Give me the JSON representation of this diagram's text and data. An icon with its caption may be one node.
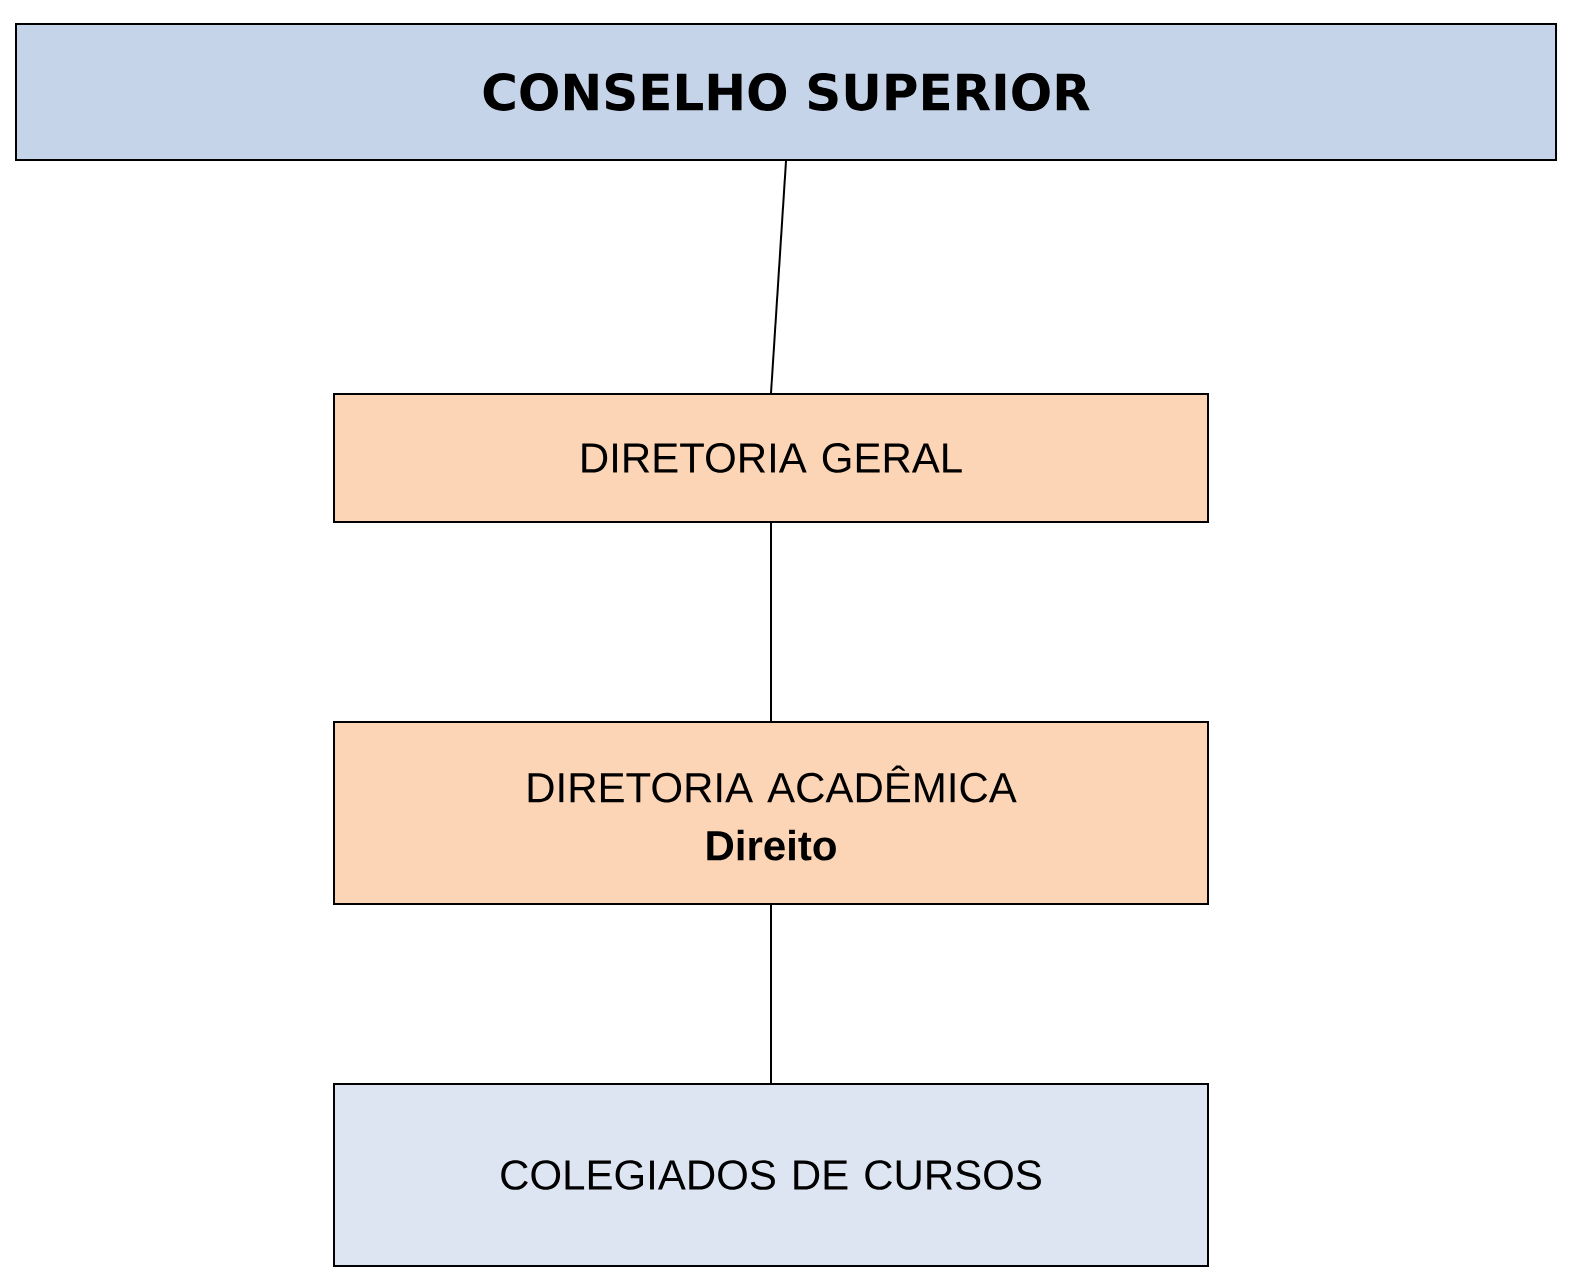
{
  "diagram": {
    "nodes": [
      {
        "text": [
          "CONSELHO SUPERIOR"
        ]
      },
      {
        "text": [
          "DIRETORIA GERAL"
        ]
      },
      {
        "text": [
          "DIRETORIA ACADÊMICA",
          "Direito"
        ]
      },
      {
        "text": [
          "COLEGIADOS DE CURSOS"
        ]
      }
    ],
    "edges": [
      {
        "from": 0,
        "to": 1,
        "arrow": "none"
      },
      {
        "from": 1,
        "to": 2,
        "arrow": "none"
      },
      {
        "from": 2,
        "to": 3,
        "arrow": "none"
      }
    ]
  }
}
